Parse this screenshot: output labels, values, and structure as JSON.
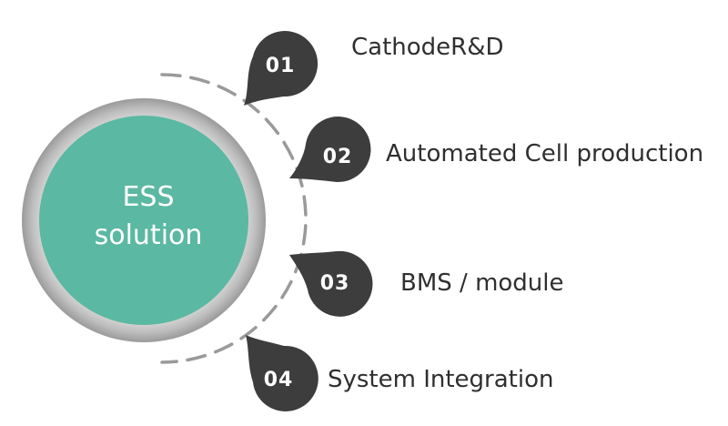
{
  "center": {
    "line1": "ESS",
    "line2": "solution"
  },
  "steps": [
    {
      "number": "01",
      "label": "CathodeR&D"
    },
    {
      "number": "02",
      "label": "Automated Cell production"
    },
    {
      "number": "03",
      "label": "BMS / module"
    },
    {
      "number": "04",
      "label": "System Integration"
    }
  ],
  "colors": {
    "center_fill": "#5bb8a2",
    "ring_outer": "#9c9c9c",
    "ring_inner": "#d8d8d8",
    "badge_fill": "#3d3d3d",
    "dashes": "#9a9a9a",
    "label_text": "#2f2f2f"
  }
}
